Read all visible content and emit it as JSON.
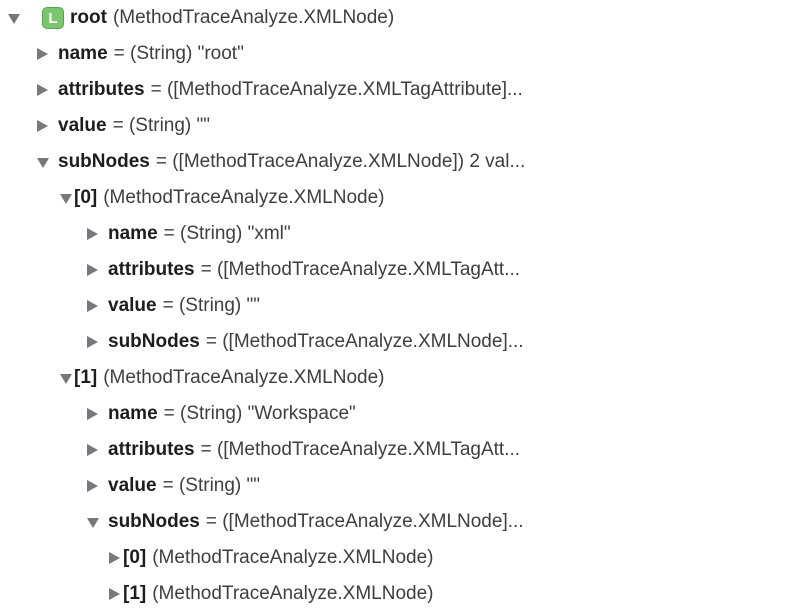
{
  "view": "debugger-variables-tree",
  "colors": {
    "badge_fill": "#7cc56f",
    "badge_border": "#55a84b",
    "badge_letter": "#ffffff",
    "triangle": "#77777c",
    "name_text": "#1d1d1f",
    "detail_text": "#3e3e42",
    "background": "#ffffff"
  },
  "rows": [
    {
      "level": 0,
      "disclosure": "expanded",
      "badge": "L",
      "badge_icon": "local-variable-badge",
      "name": "root",
      "detail": "(MethodTraceAnalyze.XMLNode)"
    },
    {
      "level": 1,
      "disclosure": "collapsed",
      "name": "name",
      "detail": "= (String) \"root\""
    },
    {
      "level": 1,
      "disclosure": "collapsed",
      "name": "attributes",
      "detail": "= ([MethodTraceAnalyze.XMLTagAttribute]..."
    },
    {
      "level": 1,
      "disclosure": "collapsed",
      "name": "value",
      "detail": "= (String) \"\""
    },
    {
      "level": 1,
      "disclosure": "expanded",
      "name": "subNodes",
      "detail": "= ([MethodTraceAnalyze.XMLNode]) 2 val..."
    },
    {
      "level": 2,
      "disclosure": "expanded",
      "tight": true,
      "name": "[0]",
      "detail": "(MethodTraceAnalyze.XMLNode)"
    },
    {
      "level": 3,
      "disclosure": "collapsed",
      "name": "name",
      "detail": "= (String) \"xml\""
    },
    {
      "level": 3,
      "disclosure": "collapsed",
      "name": "attributes",
      "detail": "= ([MethodTraceAnalyze.XMLTagAtt..."
    },
    {
      "level": 3,
      "disclosure": "collapsed",
      "name": "value",
      "detail": "= (String) \"\""
    },
    {
      "level": 3,
      "disclosure": "collapsed",
      "name": "subNodes",
      "detail": "= ([MethodTraceAnalyze.XMLNode]..."
    },
    {
      "level": 2,
      "disclosure": "expanded",
      "tight": true,
      "name": "[1]",
      "detail": "(MethodTraceAnalyze.XMLNode)"
    },
    {
      "level": 3,
      "disclosure": "collapsed",
      "name": "name",
      "detail": "= (String) \"Workspace\""
    },
    {
      "level": 3,
      "disclosure": "collapsed",
      "name": "attributes",
      "detail": "= ([MethodTraceAnalyze.XMLTagAtt..."
    },
    {
      "level": 3,
      "disclosure": "collapsed",
      "name": "value",
      "detail": "= (String) \"\""
    },
    {
      "level": 3,
      "disclosure": "expanded",
      "name": "subNodes",
      "detail": "= ([MethodTraceAnalyze.XMLNode]..."
    },
    {
      "level": 4,
      "disclosure": "collapsed",
      "tight": true,
      "name": "[0]",
      "detail": "(MethodTraceAnalyze.XMLNode)"
    },
    {
      "level": 4,
      "disclosure": "collapsed",
      "tight": true,
      "name": "[1]",
      "detail": "(MethodTraceAnalyze.XMLNode)"
    }
  ]
}
